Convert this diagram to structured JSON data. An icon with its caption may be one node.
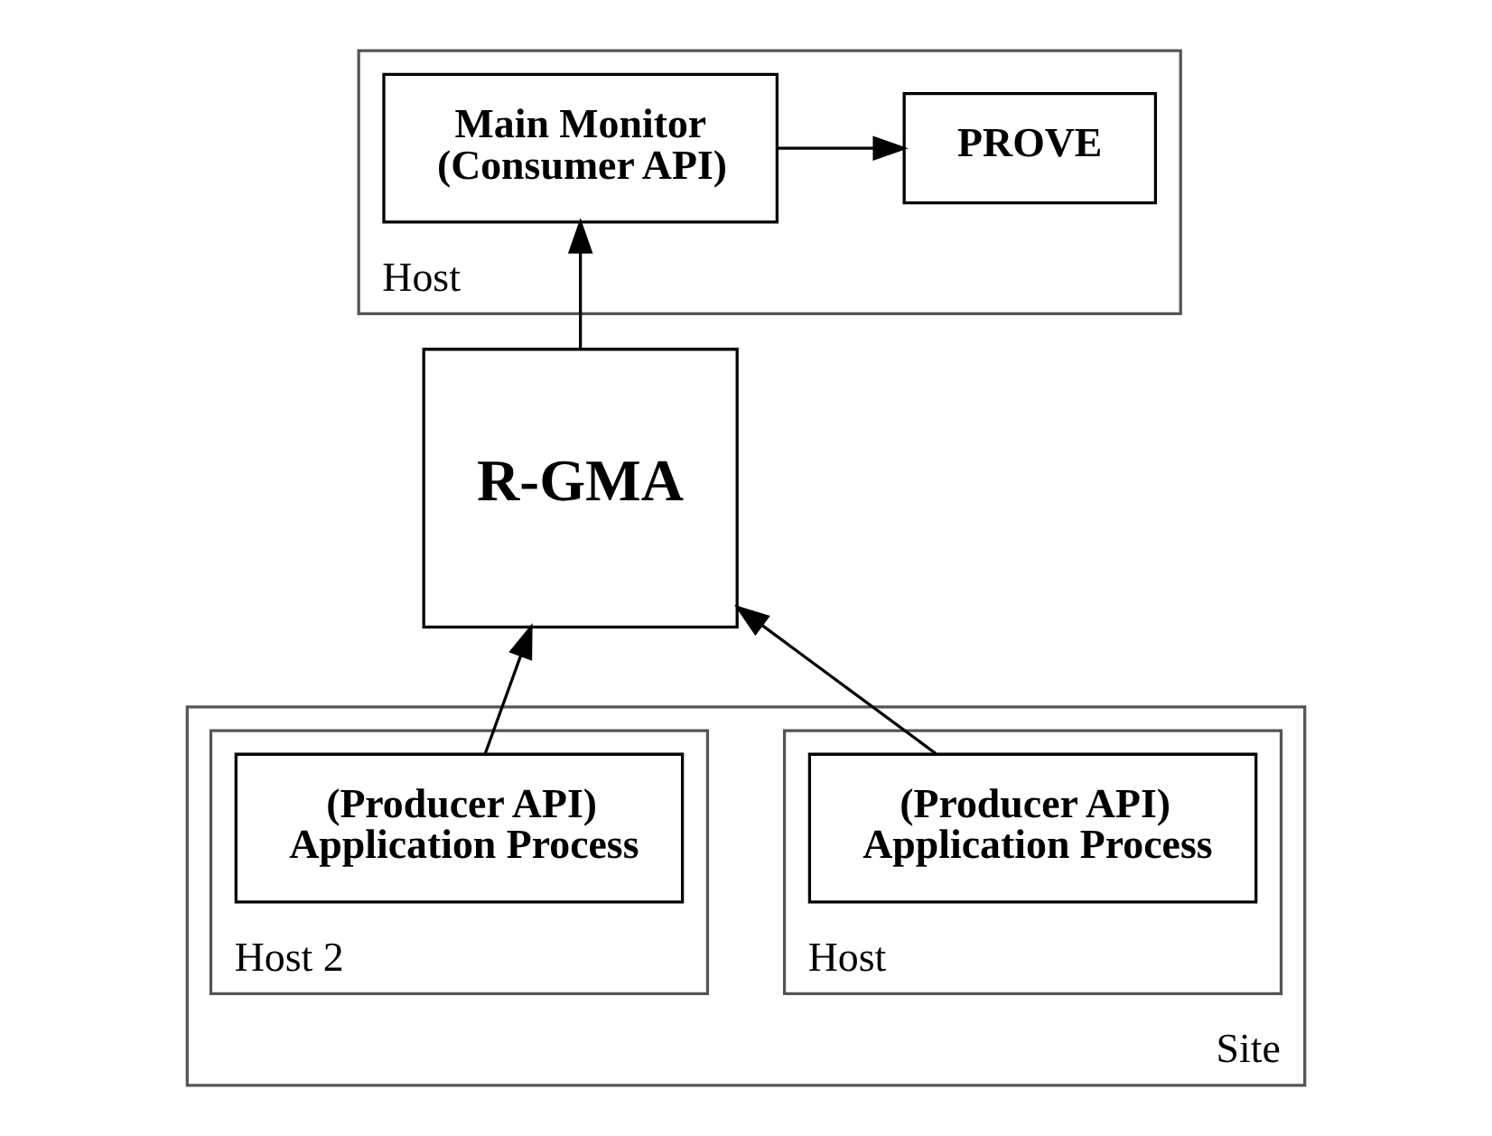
{
  "diagram": {
    "nodes": [
      {
        "text": [
          "Host"
        ]
      },
      {
        "text": [
          "Main Monitor (Consumer API)"
        ],
        "in": 0
      },
      {
        "text": [
          "PROVE"
        ],
        "in": 0
      },
      {
        "text": [
          "R-GMA"
        ]
      },
      {
        "text": [
          "Site"
        ]
      },
      {
        "text": [
          "Host"
        ],
        "in": 4
      },
      {
        "text": [
          "Host 2"
        ],
        "in": 4
      },
      {
        "text": [
          "(Producer API) Application Process"
        ],
        "in": 5
      },
      {
        "text": [
          "(Producer API) Application Process"
        ],
        "in": 6
      }
    ],
    "edges": [
      {
        "from": 1,
        "to": 2,
        "arrow": "to"
      },
      {
        "from": 3,
        "to": 1,
        "arrow": "to"
      },
      {
        "from": 7,
        "to": 3,
        "arrow": "to"
      },
      {
        "from": 8,
        "to": 3,
        "arrow": "to"
      }
    ]
  }
}
